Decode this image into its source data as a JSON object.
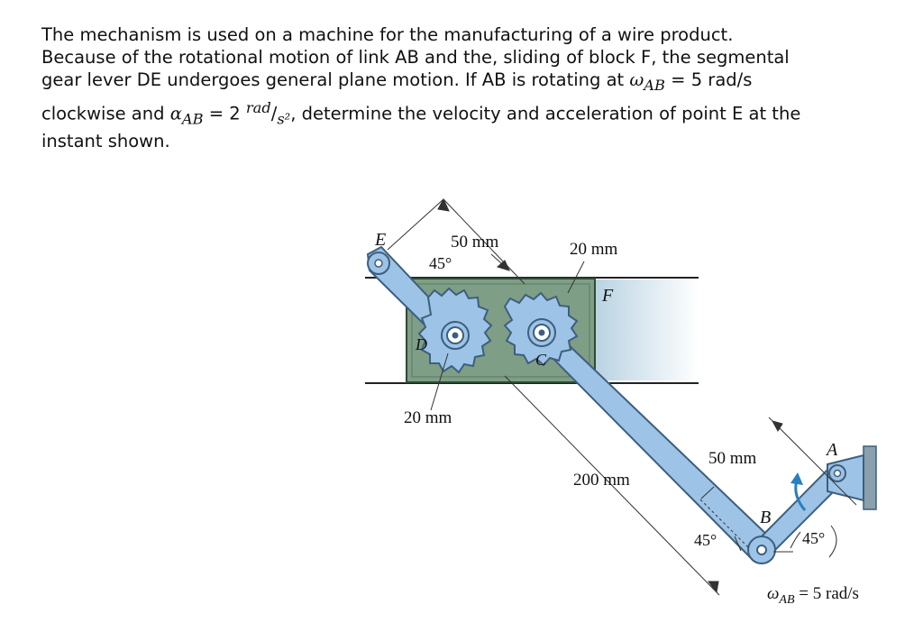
{
  "problem": {
    "line1": "The mechanism is used on a machine for the manufacturing of a wire product.",
    "line2": "Because of the rotational motion of link AB and the, sliding of block F, the segmental",
    "line3_a": "gear lever DE undergoes general plane motion. If AB is rotating at ",
    "omega_symbol": "ω",
    "subscript_ab": "AB",
    "line3_b": " = 5 rad/s",
    "line4_a": "clockwise and ",
    "alpha_symbol": "α",
    "line4_b": " = 2 ",
    "unit_num": "rad",
    "unit_slash": "/",
    "unit_den": "s²",
    "line4_c": ", determine the velocity and acceleration of point E at the",
    "line5": "instant shown."
  },
  "figure": {
    "label_E": "E",
    "label_D": "D",
    "label_C": "C",
    "label_F": "F",
    "label_B": "B",
    "label_A": "A",
    "dim_50mm_top": "50 mm",
    "angle_45_top": "45°",
    "dim_20mm_top": "20 mm",
    "dim_20mm_bottom": "20 mm",
    "dim_200mm": "200 mm",
    "dim_50mm_right": "50 mm",
    "angle_45_left": "45°",
    "angle_45_right": "45°",
    "omega_label": "ω",
    "omega_sub": "AB",
    "omega_value": " = 5 rad/s"
  },
  "colors": {
    "link_fill": "#9dc3e6",
    "link_stroke": "#3d5f7d",
    "block_fill": "#7f9e86",
    "block_stroke": "#2e4a35",
    "shadow": "#c9dde8",
    "arrow": "#2a7fc0"
  }
}
